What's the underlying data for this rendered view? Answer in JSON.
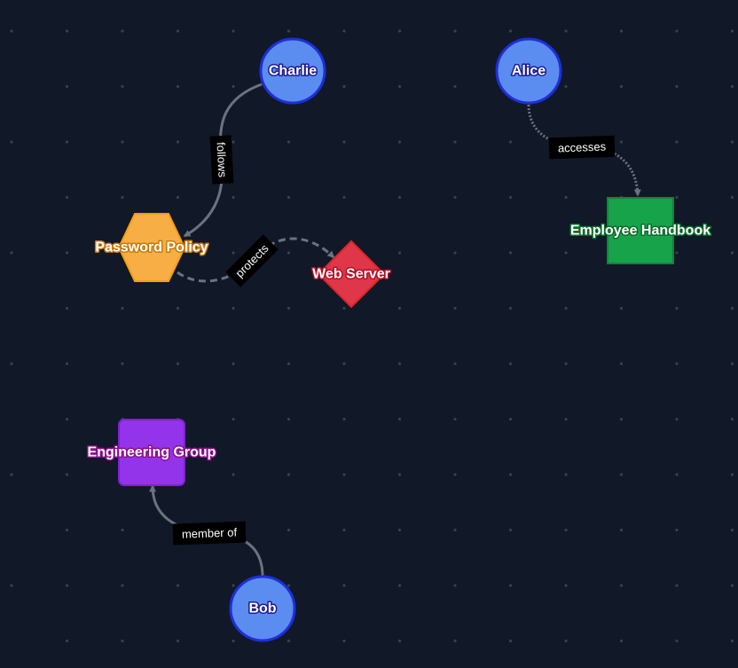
{
  "colors": {
    "background": "#111827",
    "grid_dot": "#374151",
    "edge": "#6b7280",
    "label_bg": "#000000",
    "label_text": "#ffffff"
  },
  "nodes": {
    "charlie": {
      "label": "Charlie",
      "shape": "circle",
      "fill": "#5b8cf0",
      "stroke": "#1d2fd9",
      "label_outline": "#1e1b8f"
    },
    "alice": {
      "label": "Alice",
      "shape": "circle",
      "fill": "#5b8cf0",
      "stroke": "#1d2fd9",
      "label_outline": "#1e1b8f"
    },
    "password_policy": {
      "label": "Password Policy",
      "shape": "hexagon",
      "fill": "#f6ae45",
      "stroke": "#f59e0b",
      "label_outline": "#c77a0a"
    },
    "web_server": {
      "label": "Web Server",
      "shape": "diamond",
      "fill": "#e0364a",
      "stroke": "#dc2626",
      "label_outline": "#b01025"
    },
    "employee_handbook": {
      "label": "Employee Handbook",
      "shape": "square",
      "fill": "#16a34a",
      "stroke": "#15803d",
      "label_outline": "#0a6b2a"
    },
    "engineering_group": {
      "label": "Engineering Group",
      "shape": "rounded-square",
      "fill": "#9333ea",
      "stroke": "#7e22ce",
      "label_outline": "#8a0f8a"
    },
    "bob": {
      "label": "Bob",
      "shape": "circle",
      "fill": "#5b8cf0",
      "stroke": "#1d2fd9",
      "label_outline": "#1e1b8f"
    }
  },
  "edges": {
    "follows": {
      "label": "follows",
      "from": "Charlie",
      "to": "Password Policy",
      "style": "solid"
    },
    "accesses": {
      "label": "accesses",
      "from": "Alice",
      "to": "Employee Handbook",
      "style": "dotted"
    },
    "protects": {
      "label": "protects",
      "from": "Password Policy",
      "to": "Web Server",
      "style": "dashed"
    },
    "member_of": {
      "label": "member of",
      "from": "Bob",
      "to": "Engineering Group",
      "style": "solid"
    }
  }
}
